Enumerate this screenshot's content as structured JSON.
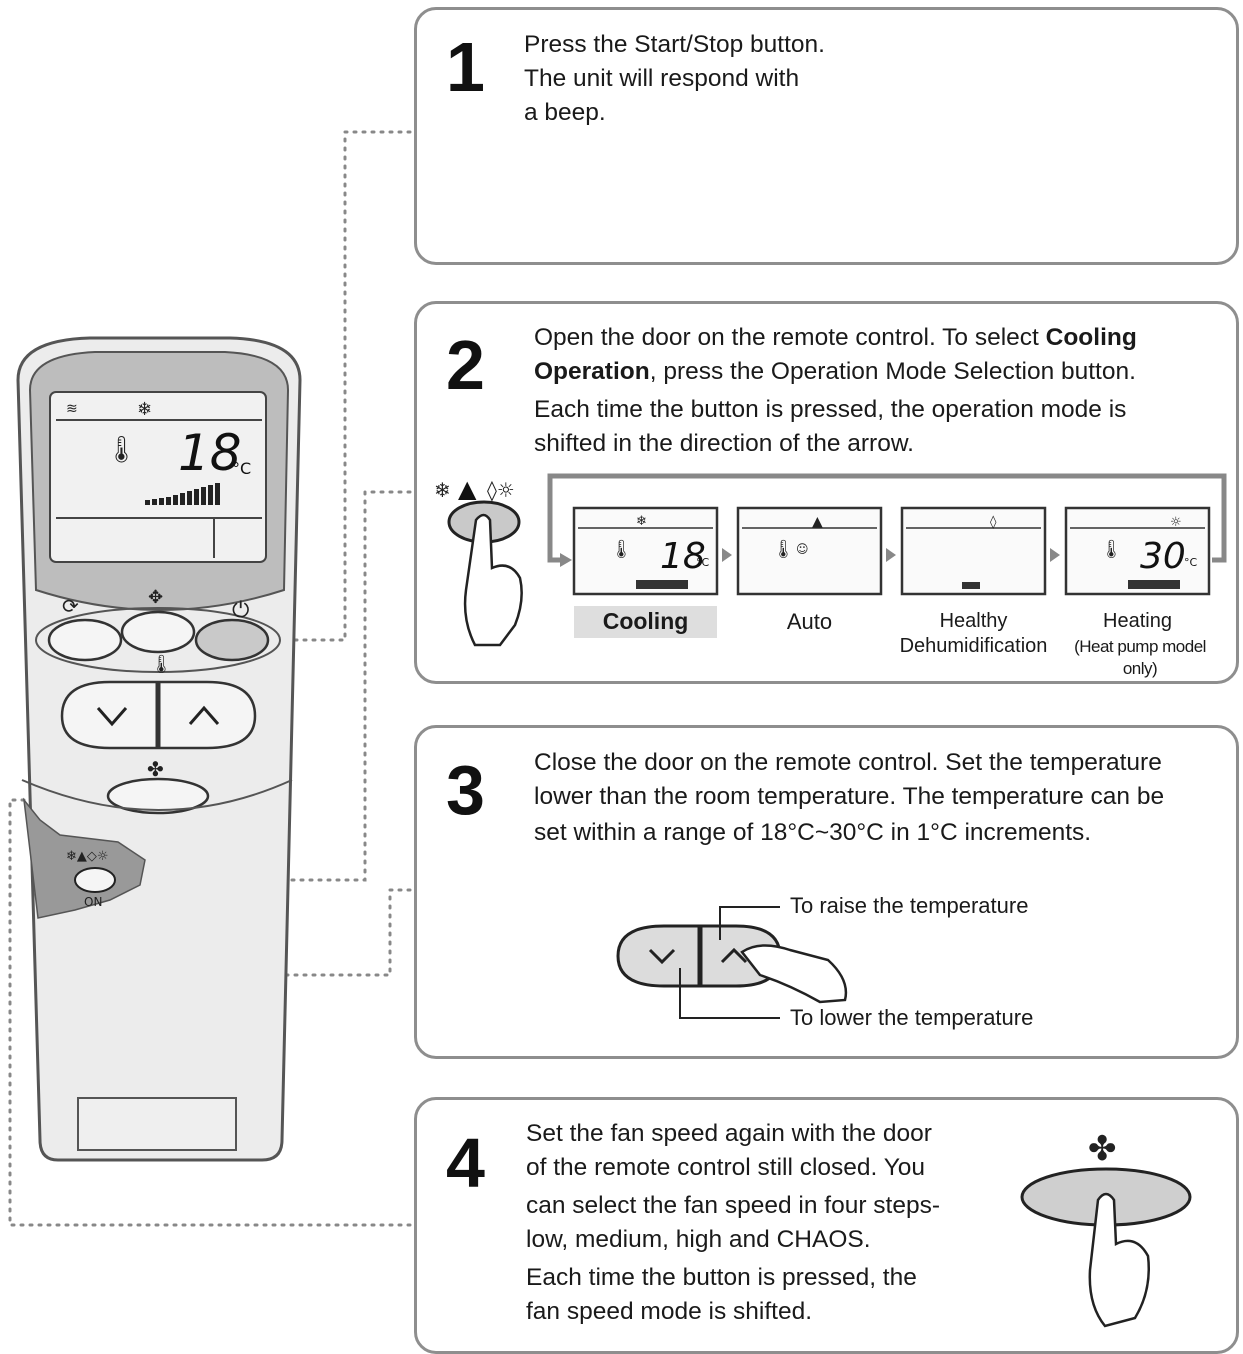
{
  "remote": {
    "display_temp": "18",
    "unit": "°C",
    "door_button_label": "ON"
  },
  "steps": [
    {
      "number": "1",
      "lines": [
        "Press the Start/Stop button.",
        "The unit will respond with",
        "a beep."
      ]
    },
    {
      "number": "2",
      "line1_pre": "Open the door on the remote control. To select ",
      "line1_bold": "Cooling",
      "line2_bold": "Operation",
      "line2_post": ", press the Operation Mode Selection button.",
      "line3": "Each time the button is pressed, the operation mode is",
      "line4": "shifted in the direction of the arrow.",
      "modes": [
        {
          "label": "Cooling",
          "temp": "18",
          "unit": "°C"
        },
        {
          "label": "Auto"
        },
        {
          "label_line1": "Healthy",
          "label_line2": "Dehumidification"
        },
        {
          "label_line1": "Heating",
          "label_line2": "(Heat pump model only)",
          "temp": "30",
          "unit": "°C"
        }
      ]
    },
    {
      "number": "3",
      "lines": [
        "Close the door on the remote control. Set the temperature",
        "lower than the room temperature. The temperature can be",
        "set within a range of 18°C~30°C in 1°C increments."
      ],
      "raise_label": "To raise the temperature",
      "lower_label": "To lower the temperature"
    },
    {
      "number": "4",
      "lines": [
        "Set the fan speed again with the door",
        "of the remote control still closed. You",
        "can select the fan speed in four steps-",
        "low, medium, high and CHAOS.",
        "Each time the button is pressed, the",
        "fan speed mode is shifted."
      ]
    }
  ]
}
